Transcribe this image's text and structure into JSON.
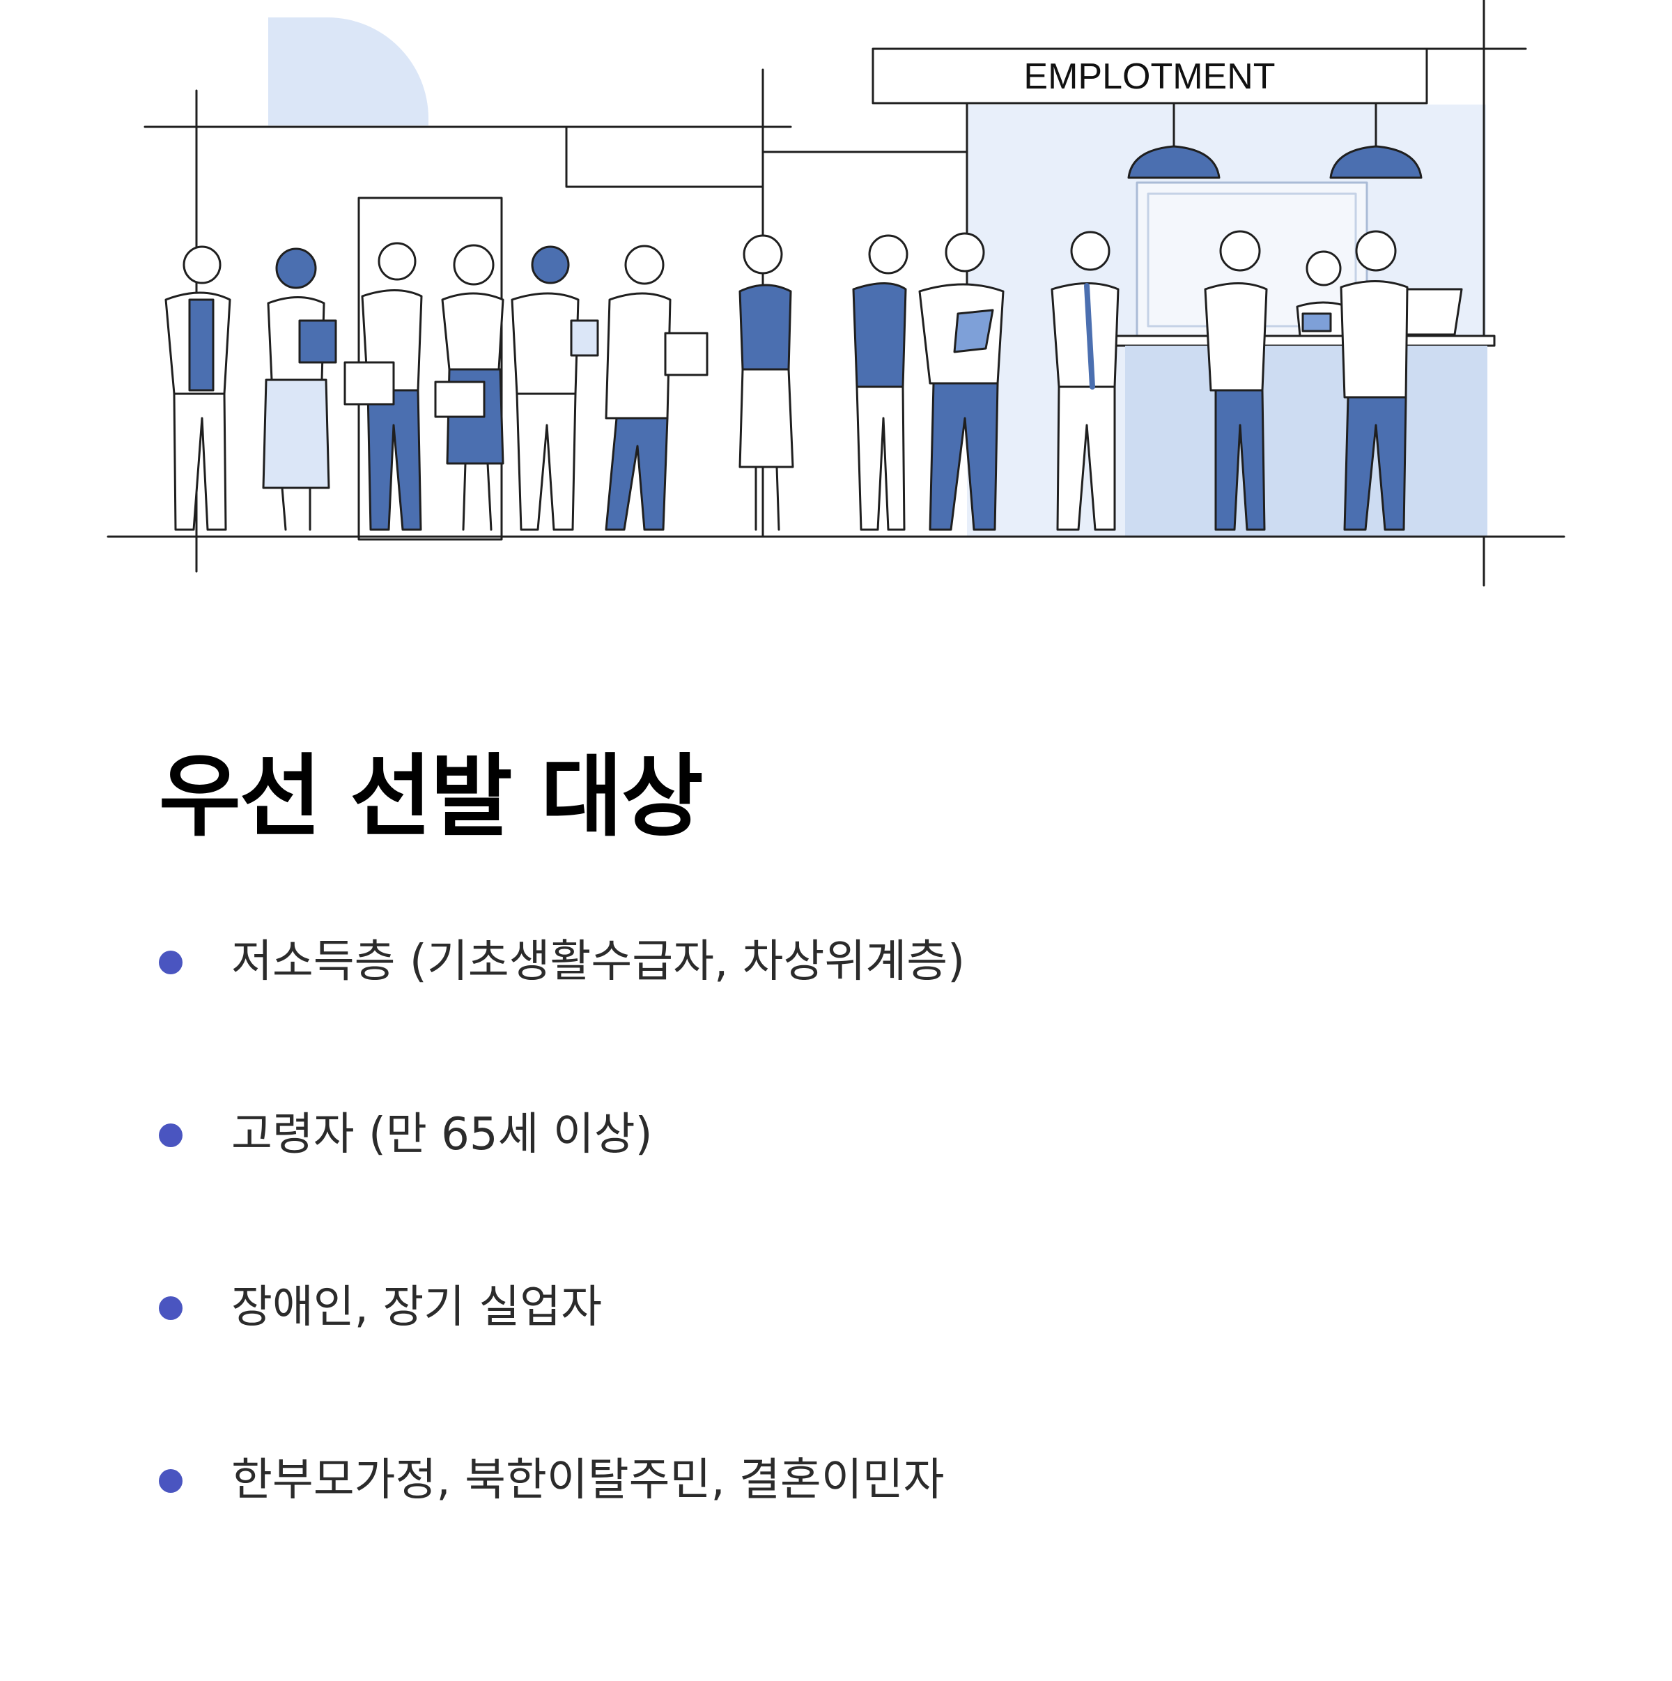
{
  "illustration": {
    "sign_text": "EMPLOTMENT",
    "colors": {
      "line": "#1f1f1f",
      "accent_blue": "#4b6fb0",
      "light_blue": "#dbe6f7",
      "panel_blue": "#e8effa"
    }
  },
  "section": {
    "title": "우선 선발 대상",
    "items": [
      {
        "text": "저소득층 (기초생활수급자, 차상위계층)"
      },
      {
        "text": "고령자 (만 65세 이상)"
      },
      {
        "text": "장애인, 장기 실업자"
      },
      {
        "text": "한부모가정, 북한이탈주민, 결혼이민자"
      }
    ],
    "bullet_color": "#4a55c0"
  }
}
